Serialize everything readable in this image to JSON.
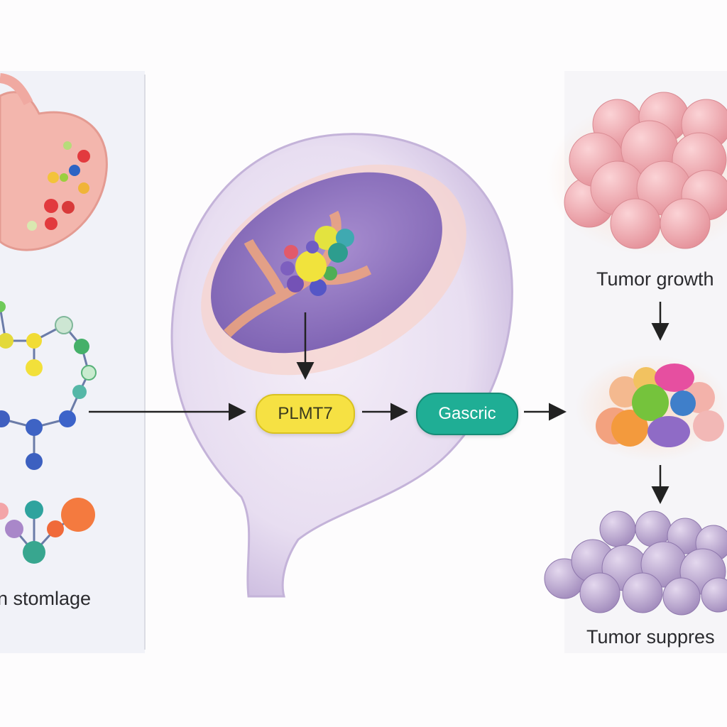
{
  "labels": {
    "left_caption": "n stomlage",
    "node_plmt7": "PLMT7",
    "node_gascric": "Gascric",
    "tumor_growth": "Tumor growth",
    "tumor_suppress": "Tumor suppres"
  },
  "colors": {
    "plmt7_fill": "#f6e143",
    "gascric_fill": "#1fae95",
    "arrow": "#222222",
    "cell_membrane": "#e6dcf0",
    "tumor_pink": "#eea0a6",
    "tumor_purple": "#b9a3cc"
  },
  "icons": [
    "stomach-icon",
    "molecule-network-icon",
    "cell-icon",
    "tumor-cluster-icon"
  ]
}
